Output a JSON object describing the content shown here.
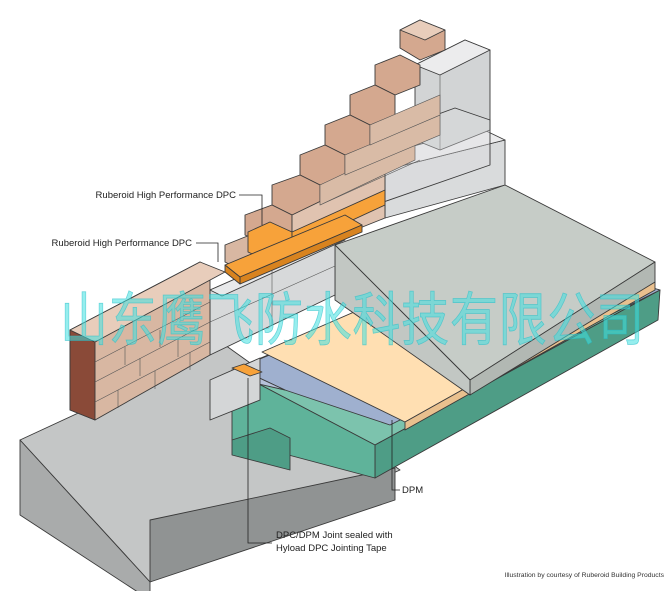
{
  "labels": {
    "dpc_upper": "Ruberoid High Performance DPC",
    "dpc_lower": "Ruberoid High Performance DPC",
    "dpm": "DPM",
    "joint_line1": "DPC/DPM Joint sealed with",
    "joint_line2": "Hyload DPC Jointing Tape",
    "credit": "Illustration by courtesy of Ruberoid Building Products"
  },
  "watermark": "山东鹰飞防水科技有限公司",
  "colors": {
    "brick": "#d8b7a2",
    "brick_dark": "#b8826a",
    "brick_end": "#8a4a38",
    "block": "#d4d6d7",
    "dpc_orange": "#f7a23a",
    "slab": "#c6ccc7",
    "insulation": "#ffdfb2",
    "dpm": "#9fb0cf",
    "green_concrete": "#5fb39a",
    "foundation": "#a9abab"
  }
}
